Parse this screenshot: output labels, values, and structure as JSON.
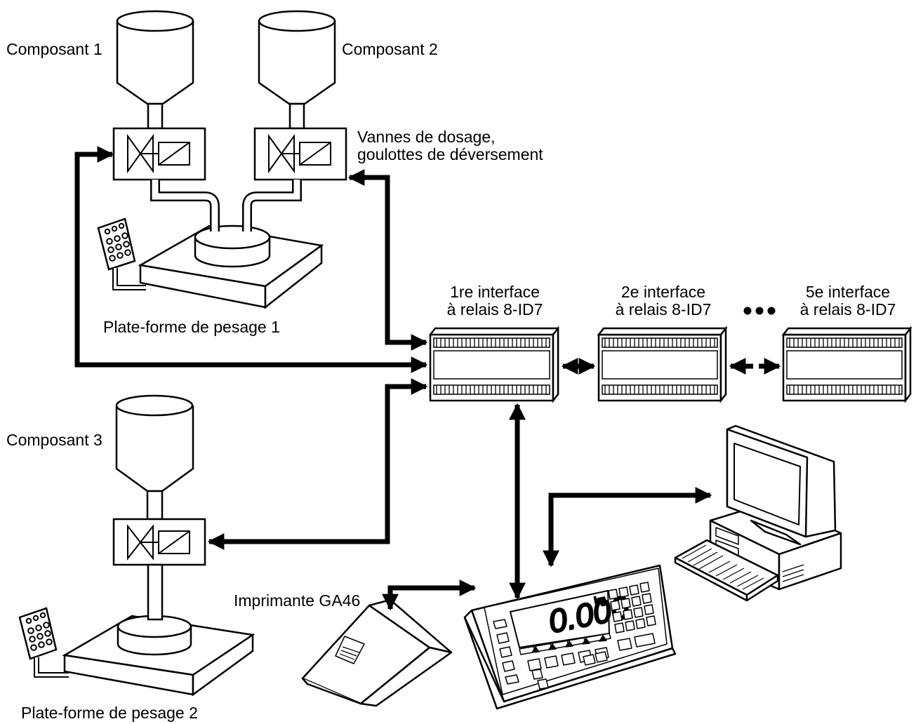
{
  "labels": {
    "component_1": "Composant 1",
    "component_2": "Composant 2",
    "component_3": "Composant 3",
    "valves_line1": "Vannes de dosage,",
    "valves_line2": "goulottes de déversement",
    "platform_1": "Plate-forme de pesage 1",
    "platform_2": "Plate-forme de pesage 2",
    "printer": "Imprimante GA46"
  },
  "relay_interfaces": [
    {
      "line1": "1re interface",
      "line2": "à relais 8-ID7"
    },
    {
      "line1": "2e interface",
      "line2": "à relais 8-ID7"
    },
    {
      "line1": "5e interface",
      "line2": "à relais 8-ID7"
    }
  ],
  "terminal": {
    "display_value": "0.000",
    "unit": "kg"
  },
  "icons": [
    "hopper-icon",
    "dosing-valve-icon",
    "weighing-platform-icon",
    "keypad-icon",
    "relay-interface-icon",
    "printer-icon",
    "weighing-terminal-icon",
    "computer-icon",
    "ellipsis-icon"
  ],
  "colors": {
    "line": "#000000",
    "background": "#ffffff"
  }
}
